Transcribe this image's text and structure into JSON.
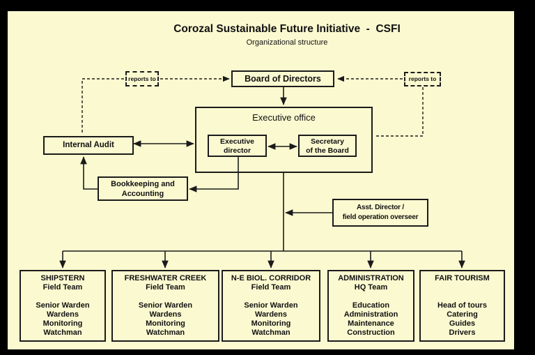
{
  "page": {
    "title": "Corozal Sustainable Future Initiative  -  CSFI",
    "subtitle": "Organizational structure"
  },
  "board": {
    "label": "Board of Directors"
  },
  "reports_left": {
    "label": "reports to"
  },
  "reports_right": {
    "label": "reports to"
  },
  "executive_office": {
    "label": "Executive office",
    "director": "Executive\ndirector",
    "secretary": "Secretary\nof the Board"
  },
  "internal_audit": {
    "label": "Internal Audit"
  },
  "bookkeeping": {
    "label": "Bookkeeping and\nAccounting"
  },
  "asst_director": {
    "label": "Asst. Director /\nfield operation overseer"
  },
  "teams": [
    {
      "title": "SHIPSTERN\nField Team",
      "members": "Senior Warden\nWardens\nMonitoring\nWatchman"
    },
    {
      "title": "FRESHWATER CREEK\nField Team",
      "members": "Senior Warden\nWardens\nMonitoring\nWatchman"
    },
    {
      "title": "N-E BIOL. CORRIDOR\nField Team",
      "members": "Senior Warden\nWardens\nMonitoring\nWatchman"
    },
    {
      "title": "ADMINISTRATION\nHQ Team",
      "members": "Education\nAdministration\nMaintenance\nConstruction"
    },
    {
      "title": "FAIR TOURISM",
      "members": "Head of tours\nCatering\nGuides\nDrivers"
    }
  ],
  "colors": {
    "background": "#000000",
    "page": "#fbf9d0",
    "line": "#1b1b1b",
    "text": "#111111"
  }
}
